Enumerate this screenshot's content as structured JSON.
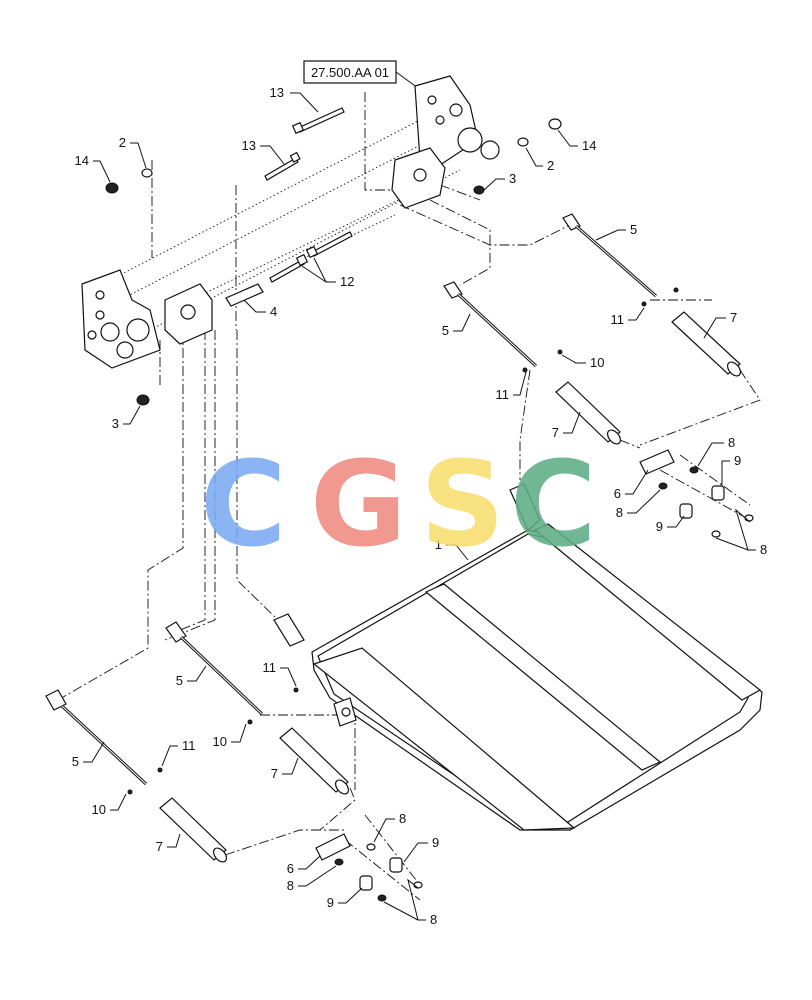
{
  "reference_box": {
    "label": "27.500.AA 01"
  },
  "watermark": {
    "letters": [
      {
        "char": "C",
        "color": "#7aaaf2"
      },
      {
        "char": "G",
        "color": "#f08a80"
      },
      {
        "char": "S",
        "color": "#f8dd6e"
      },
      {
        "char": "C",
        "color": "#5fae86"
      }
    ]
  },
  "callouts": [
    {
      "id": "c13a",
      "text": "13"
    },
    {
      "id": "c13b",
      "text": "13"
    },
    {
      "id": "c2a",
      "text": "2"
    },
    {
      "id": "c14a",
      "text": "14"
    },
    {
      "id": "c2b",
      "text": "2"
    },
    {
      "id": "c14b",
      "text": "14"
    },
    {
      "id": "c3a",
      "text": "3"
    },
    {
      "id": "c12",
      "text": "12"
    },
    {
      "id": "c4",
      "text": "4"
    },
    {
      "id": "c3b",
      "text": "3"
    },
    {
      "id": "c5a",
      "text": "5"
    },
    {
      "id": "c11a",
      "text": "11"
    },
    {
      "id": "c7a",
      "text": "7"
    },
    {
      "id": "c5b",
      "text": "5"
    },
    {
      "id": "c10a",
      "text": "10"
    },
    {
      "id": "c11b",
      "text": "11"
    },
    {
      "id": "c7b",
      "text": "7"
    },
    {
      "id": "c8a",
      "text": "8"
    },
    {
      "id": "c9a",
      "text": "9"
    },
    {
      "id": "c6a",
      "text": "6"
    },
    {
      "id": "c8b",
      "text": "8"
    },
    {
      "id": "c9b",
      "text": "9"
    },
    {
      "id": "c8c",
      "text": "8"
    },
    {
      "id": "c1",
      "text": "1"
    },
    {
      "id": "c11c",
      "text": "11"
    },
    {
      "id": "c5c",
      "text": "5"
    },
    {
      "id": "c10b",
      "text": "10"
    },
    {
      "id": "c7c",
      "text": "7"
    },
    {
      "id": "c11d",
      "text": "11"
    },
    {
      "id": "c5d",
      "text": "5"
    },
    {
      "id": "c10c",
      "text": "10"
    },
    {
      "id": "c7d",
      "text": "7"
    },
    {
      "id": "c8d",
      "text": "8"
    },
    {
      "id": "c9c",
      "text": "9"
    },
    {
      "id": "c6b",
      "text": "6"
    },
    {
      "id": "c8e",
      "text": "8"
    },
    {
      "id": "c9d",
      "text": "9"
    },
    {
      "id": "c8f",
      "text": "8"
    }
  ]
}
